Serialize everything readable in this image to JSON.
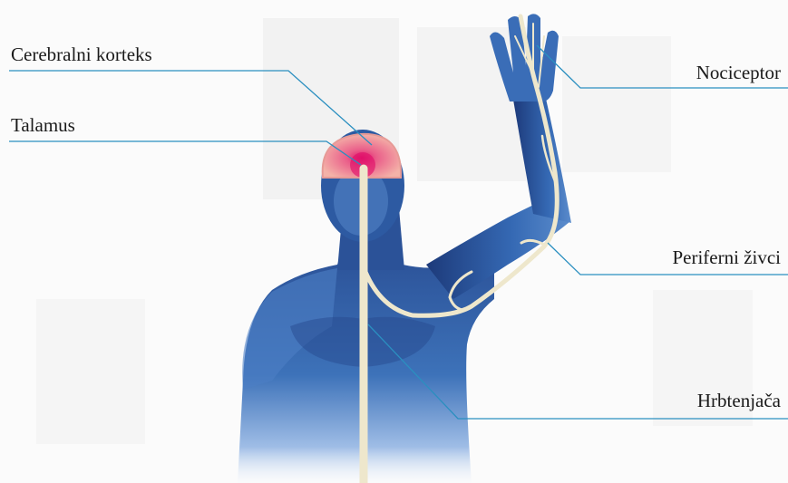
{
  "labels": {
    "cortex": "Cerebralni korteks",
    "thalamus": "Talamus",
    "nociceptor": "Nociceptor",
    "peripheral_nerves": "Periferni živci",
    "spinal_cord": "Hrbtenjača"
  },
  "colors": {
    "body_dark": "#1e3a78",
    "body_mid": "#3a6fb6",
    "body_light": "#8fb6e6",
    "nerve": "#efe9cf",
    "brain_outer": "#f0a6a6",
    "brain_core": "#e0106a",
    "leader_line": "#2b8fc0",
    "text": "#1a1a1a"
  }
}
